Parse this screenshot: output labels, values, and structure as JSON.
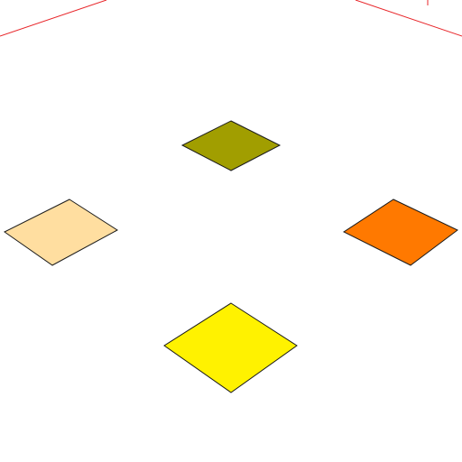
{
  "scene": {
    "background": "#ffffff",
    "floor_edge_color": "#e8262a",
    "tile_outline_color": "#1a1a1a",
    "tiles": [
      {
        "id": "tile-top",
        "position": "top",
        "color": "#a19e00"
      },
      {
        "id": "tile-left",
        "position": "left",
        "color": "#ffdea0"
      },
      {
        "id": "tile-right",
        "position": "right",
        "color": "#ff7900"
      },
      {
        "id": "tile-bottom",
        "position": "bottom",
        "color": "#fff200"
      }
    ]
  }
}
